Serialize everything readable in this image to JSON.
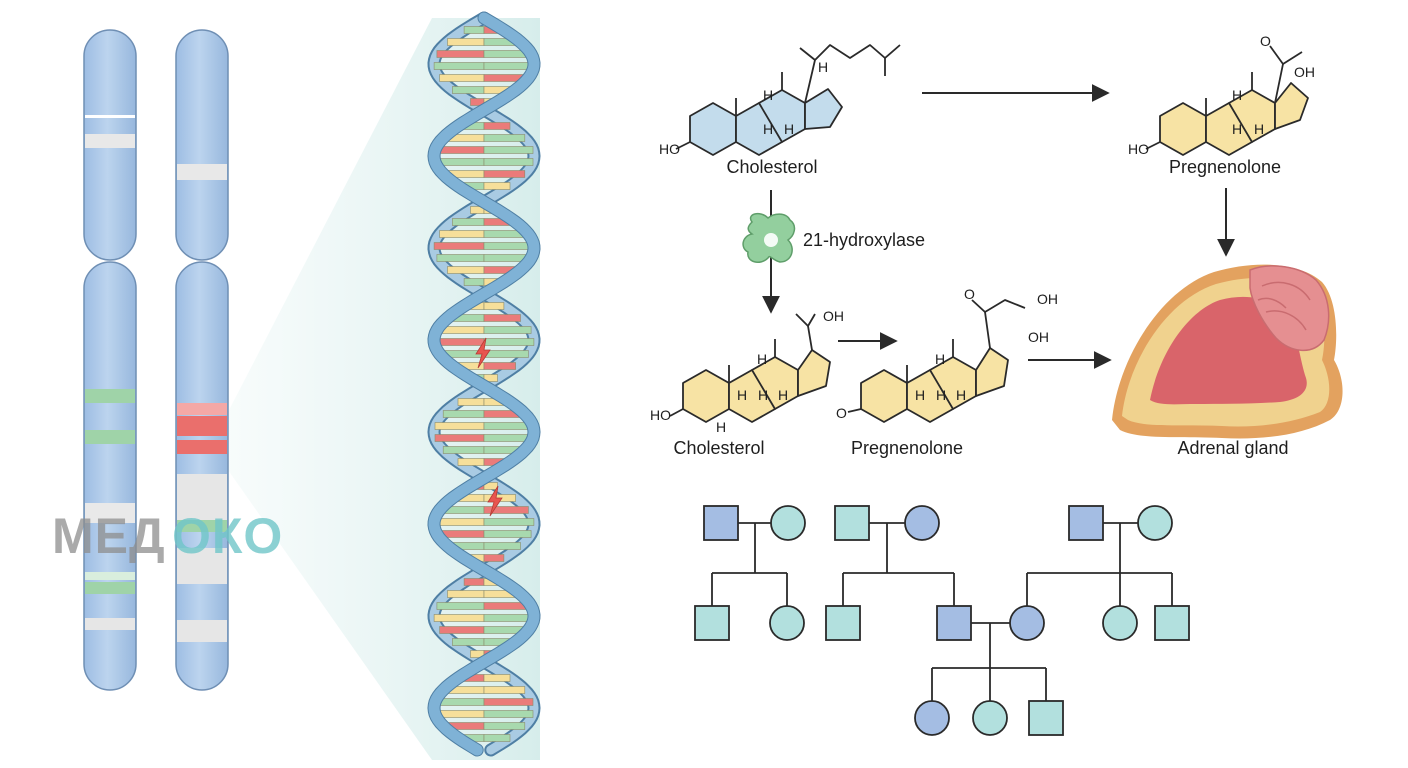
{
  "watermark": {
    "part1": "МЕД",
    "part2": "ОКО"
  },
  "pathway": {
    "top_left_label": "Cholesterol",
    "top_right_label": "Pregnenolone",
    "enzyme_label": "21-hydroxylase",
    "bottom_left_label": "Cholesterol",
    "bottom_mid_label": "Pregnenolone",
    "gland_label": "Adrenal gland"
  },
  "atoms": {
    "ho": "HO",
    "oh": "OH",
    "h": "H",
    "o": "O"
  },
  "colors": {
    "chromosome": "#a9c6e6",
    "band_green": "#9fd3a8",
    "band_red": "#ea6f6c",
    "dna_backbone": "#89b8d8",
    "ring_blue": "#c3dcec",
    "ring_yellow": "#f7e3a4",
    "enzyme": "#93cf9e",
    "pedigree_blue": "#a4bde3",
    "pedigree_teal": "#b2e0de",
    "gland_outer": "#f0d28e",
    "gland_inner": "#d9646a"
  }
}
